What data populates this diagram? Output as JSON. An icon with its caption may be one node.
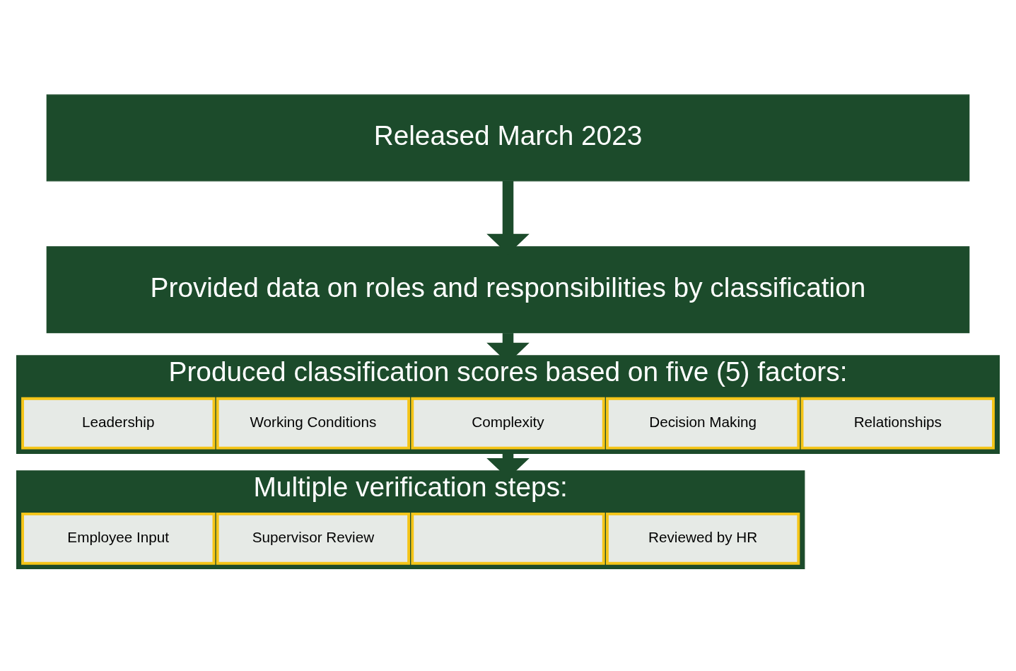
{
  "diagram": {
    "nodes": [
      {
        "text": [
          "Released March 2023"
        ]
      },
      {
        "text": [
          "Provided data on roles and responsibilities by classification"
        ]
      },
      {
        "text": [
          "Produced classification scores based on five (5) factors:"
        ]
      },
      {
        "text": [
          "Leadership"
        ],
        "in": 2
      },
      {
        "text": [
          "Working Conditions"
        ],
        "in": 2
      },
      {
        "text": [
          "Complexity"
        ],
        "in": 2
      },
      {
        "text": [
          "Decision Making"
        ],
        "in": 2
      },
      {
        "text": [
          "Relationships"
        ],
        "in": 2
      },
      {
        "text": [
          "Multiple verification steps:"
        ]
      },
      {
        "text": [
          "Employee Input"
        ],
        "in": 8
      },
      {
        "text": [
          "Supervisor Review"
        ],
        "in": 8
      },
      {
        "text": [],
        "shape": "box",
        "in": 8
      },
      {
        "text": [
          "Reviewed by HR"
        ],
        "in": 8
      }
    ],
    "edges": [
      {
        "from": 0,
        "to": 1,
        "arrow": "to"
      },
      {
        "from": 1,
        "to": 2,
        "arrow": "to"
      },
      {
        "from": 2,
        "to": 8,
        "arrow": "to"
      }
    ]
  }
}
